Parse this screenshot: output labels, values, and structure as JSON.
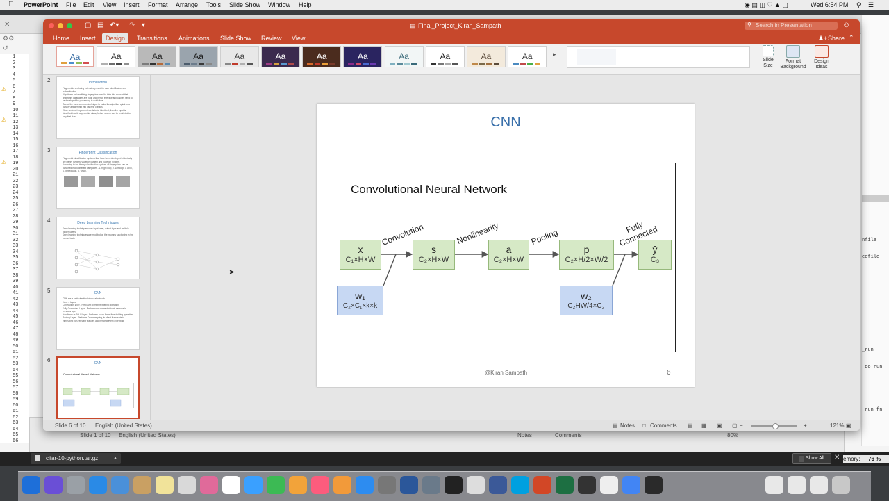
{
  "menubar": {
    "app_name": "PowerPoint",
    "items": [
      "File",
      "Edit",
      "View",
      "Insert",
      "Format",
      "Arrange",
      "Tools",
      "Slide Show",
      "Window",
      "Help"
    ],
    "clock": "Wed 6:54 PM"
  },
  "window": {
    "title": "Final_Project_Kiran_Sampath",
    "search_placeholder": "Search in Presentation",
    "share_label": "Share"
  },
  "ribbon": {
    "tabs": [
      "Home",
      "Insert",
      "Design",
      "Transitions",
      "Animations",
      "Slide Show",
      "Review",
      "View"
    ],
    "active_tab": "Design",
    "theme_label": "Aa",
    "themes": [
      {
        "bg": "#ffffff",
        "fg": "#3a6ea5",
        "bars": [
          "#e0a040",
          "#4b8fcf",
          "#8fbd5a",
          "#d34f4f"
        ]
      },
      {
        "bg": "#ffffff",
        "fg": "#333333",
        "bars": [
          "#b0b0b0",
          "#6f6f6f",
          "#4a4a4a",
          "#909090"
        ]
      },
      {
        "bg": "#b9b9b9",
        "fg": "#222222",
        "bars": [
          "#7b7b7b",
          "#333333",
          "#b56a3a",
          "#5a8ab0"
        ]
      },
      {
        "bg": "#9aa4ad",
        "fg": "#1a1a1a",
        "bars": [
          "#4c5c6c",
          "#6c7c8c",
          "#3a3a3a",
          "#888888"
        ]
      },
      {
        "bg": "#e8e8e8",
        "fg": "#444444",
        "bars": [
          "#888888",
          "#c03b2b",
          "#b0b0b0",
          "#555555"
        ]
      },
      {
        "bg": "#3b2a4e",
        "fg": "#ffffff",
        "bars": [
          "#a03a86",
          "#d4a040",
          "#5a9ad0",
          "#b04a4a"
        ]
      },
      {
        "bg": "#4b2c1e",
        "fg": "#ffffff",
        "bars": [
          "#d96b2b",
          "#c43a2a",
          "#eaa03a",
          "#7a3a2a"
        ]
      },
      {
        "bg": "#2a2460",
        "fg": "#ffffff",
        "bars": [
          "#8a2a8a",
          "#d04a6a",
          "#4a6ad0",
          "#6a3ab0"
        ]
      },
      {
        "bg": "#f2f6f6",
        "fg": "#3a6a7a",
        "bars": [
          "#7fb0c0",
          "#5a8a9a",
          "#a0c8d0",
          "#3a6a7a"
        ]
      },
      {
        "bg": "#ffffff",
        "fg": "#222222",
        "bars": [
          "#333333",
          "#777777",
          "#aaaaaa",
          "#555555"
        ]
      },
      {
        "bg": "#f3eadc",
        "fg": "#5a4a3a",
        "bars": [
          "#c0894a",
          "#7a6a4a",
          "#a07040",
          "#5a4a3a"
        ]
      },
      {
        "bg": "#ffffff",
        "fg": "#333333",
        "bars": [
          "#4a8ac0",
          "#c04a4a",
          "#4ab04a",
          "#e0a040"
        ]
      }
    ],
    "buttons": [
      {
        "line1": "Slide",
        "line2": "Size"
      },
      {
        "line1": "Format",
        "line2": "Background"
      },
      {
        "line1": "Design",
        "line2": "Ideas"
      }
    ]
  },
  "thumbnails": [
    {
      "number": "2",
      "title": "Introduction",
      "lines": [
        "Fingerprints are being extensively used for user identification and authentication.",
        "Algorithms for identifying fingerprints need to take into account that fingerprint databases are huge and hence effective approaches need to be developed for processing in quick time.",
        "One of the most common technique to make the algorithm quick is to classify a fingerprint into discrete classes.",
        "When an input fingerprint needs to be identified, then the input is classified into its appropriate class, further search can be restricted to only that class."
      ]
    },
    {
      "number": "3",
      "title": "Fingerprint Classification",
      "lines": [
        "Fingerprint classification systems that have been developed historically are Henry System, Vucetich System and Vucetich System.",
        "According to the Henry classification system, all fingerprints can be classified into 5 different categories - 1. Right loop, 2. Left loop, 3. Arch, 4. Tented Arch, 5. Whorl."
      ]
    },
    {
      "number": "4",
      "title": "Deep Learning Techniques",
      "lines": [
        "Deep learning techniques uses input layer, output layer and multiple hidden layers",
        "Deep learning techniques are modeled on the neurons functioning in the human brain"
      ]
    },
    {
      "number": "5",
      "title": "CNN",
      "lines": [
        "CNN are a particular kind of neural network",
        "Have 4 layers",
        "Convolution layer - First layer, performs filtering operation",
        "Fully Connected Layer - Each neuron connected to all neurons in previous layer",
        "Non-linear or ReLU layer - Performs a non-linear thresholding operation",
        "Pooling Layer - Performs Downsampling, in effect it amounts to eliminating non-relevant features and hence prevent overfitting"
      ]
    },
    {
      "number": "6",
      "title": "CNN",
      "lines": [
        "Convolutional Neural Network"
      ]
    }
  ],
  "slide": {
    "title": "CNN",
    "heading": "Convolutional Neural Network",
    "footer": "@Kiran Sampath",
    "page_number": "6",
    "nodes": [
      {
        "main": "x",
        "sub": "C₁×H×W"
      },
      {
        "main": "s",
        "sub": "C₂×H×W"
      },
      {
        "main": "a",
        "sub": "C₂×H×W"
      },
      {
        "main": "p",
        "sub": "C₂×H/2×W/2"
      },
      {
        "main": "ŷ",
        "sub": "C₃"
      }
    ],
    "weights": [
      {
        "main": "w₁",
        "sub": "C₂×C₁×k×k"
      },
      {
        "main": "w₂",
        "sub": "C₂HW/4×C₃"
      }
    ],
    "edge_labels": [
      "Convolution",
      "Nonlinearity",
      "Pooling",
      "Fully Connected"
    ]
  },
  "status": {
    "slide_info": "Slide 6 of 10",
    "language": "English (United States)",
    "notes": "Notes",
    "comments": "Comments",
    "zoom": "121%"
  },
  "background_status": {
    "slide_info": "Slide 1 of 10",
    "language": "English (United States)",
    "notes": "Notes",
    "comments": "Comments",
    "zoom": "80%"
  },
  "download": {
    "filename": "cifar-10-python.tar.gz",
    "show_all": "Show All"
  },
  "right_panel": {
    "texts": [
      "nfile",
      "ecfile",
      "_run",
      "_do_run",
      "_run_fn"
    ],
    "memory": "emory:",
    "memory_value": "76 %"
  },
  "line_numbers": [
    "1",
    "2",
    "3",
    "4",
    "5",
    "6",
    "7",
    "8",
    "9",
    "10",
    "11",
    "12",
    "13",
    "14",
    "15",
    "16",
    "17",
    "18",
    "19",
    "20",
    "21",
    "22",
    "23",
    "24",
    "25",
    "26",
    "27",
    "28",
    "29",
    "30",
    "31",
    "32",
    "33",
    "34",
    "35",
    "36",
    "37",
    "38",
    "39",
    "40",
    "41",
    "42",
    "43",
    "44",
    "45",
    "46",
    "47",
    "48",
    "49",
    "50",
    "51",
    "52",
    "53",
    "54",
    "55",
    "56",
    "57",
    "58",
    "59",
    "60",
    "61",
    "62",
    "63",
    "64",
    "65",
    "66"
  ]
}
